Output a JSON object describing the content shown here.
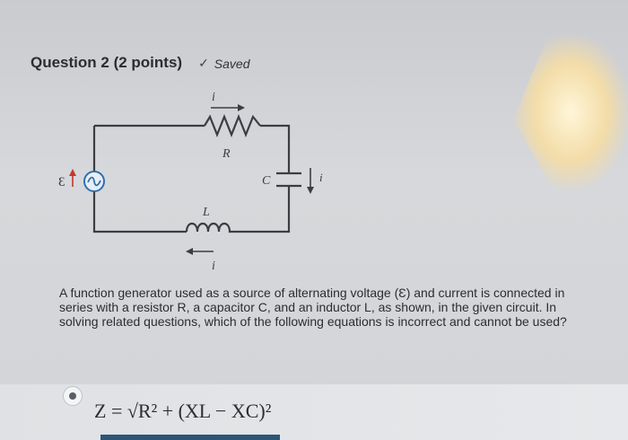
{
  "question": {
    "title": "Question 2 (2 points)",
    "saved_label": "Saved",
    "text": "A function generator used as a source of alternating voltage (Ɛ) and current is connected in series with a resistor R, a capacitor C, and an inductor L, as shown, in the given circuit. In solving related questions, which of the following equations is incorrect and cannot be used?"
  },
  "circuit": {
    "current_top": "i",
    "resistor_label": "R",
    "capacitor_label": "C",
    "capacitor_current": "i",
    "inductor_label": "L",
    "current_bottom": "i",
    "source_label": "Ɛ"
  },
  "choices": [
    {
      "selected": true,
      "formula": "Z = √R² + (XL − XC)²"
    }
  ]
}
